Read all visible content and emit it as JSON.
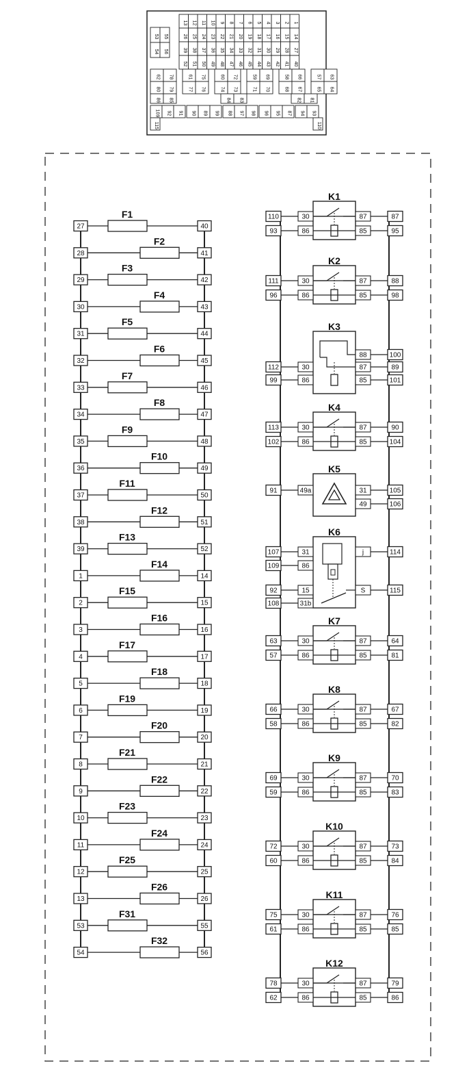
{
  "fuses": [
    {
      "label": "F1",
      "left": "27",
      "right": "40"
    },
    {
      "label": "F2",
      "left": "28",
      "right": "41"
    },
    {
      "label": "F3",
      "left": "29",
      "right": "42"
    },
    {
      "label": "F4",
      "left": "30",
      "right": "43"
    },
    {
      "label": "F5",
      "left": "31",
      "right": "44"
    },
    {
      "label": "F6",
      "left": "32",
      "right": "45"
    },
    {
      "label": "F7",
      "left": "33",
      "right": "46"
    },
    {
      "label": "F8",
      "left": "34",
      "right": "47"
    },
    {
      "label": "F9",
      "left": "35",
      "right": "48"
    },
    {
      "label": "F10",
      "left": "36",
      "right": "49"
    },
    {
      "label": "F11",
      "left": "37",
      "right": "50"
    },
    {
      "label": "F12",
      "left": "38",
      "right": "51"
    },
    {
      "label": "F13",
      "left": "39",
      "right": "52"
    },
    {
      "label": "F14",
      "left": "1",
      "right": "14"
    },
    {
      "label": "F15",
      "left": "2",
      "right": "15"
    },
    {
      "label": "F16",
      "left": "3",
      "right": "16"
    },
    {
      "label": "F17",
      "left": "4",
      "right": "17"
    },
    {
      "label": "F18",
      "left": "5",
      "right": "18"
    },
    {
      "label": "F19",
      "left": "6",
      "right": "19"
    },
    {
      "label": "F20",
      "left": "7",
      "right": "20"
    },
    {
      "label": "F21",
      "left": "8",
      "right": "21"
    },
    {
      "label": "F22",
      "left": "9",
      "right": "22"
    },
    {
      "label": "F23",
      "left": "10",
      "right": "23"
    },
    {
      "label": "F24",
      "left": "11",
      "right": "24"
    },
    {
      "label": "F25",
      "left": "12",
      "right": "25"
    },
    {
      "label": "F26",
      "left": "13",
      "right": "26"
    },
    {
      "label": "F31",
      "left": "53",
      "right": "55"
    },
    {
      "label": "F32",
      "left": "54",
      "right": "56"
    }
  ],
  "relays": [
    {
      "label": "K1",
      "type": "std",
      "pins": [
        "110",
        "93",
        "87",
        "95"
      ]
    },
    {
      "label": "K2",
      "type": "std",
      "pins": [
        "111",
        "96",
        "88",
        "98"
      ]
    },
    {
      "label": "K3",
      "type": "changeover",
      "pins": [
        "112",
        "99",
        "100",
        "89",
        "101"
      ],
      "terms": [
        "30",
        "86",
        "88",
        "87",
        "85"
      ]
    },
    {
      "label": "K4",
      "type": "std",
      "pins": [
        "113",
        "102",
        "90",
        "104"
      ]
    },
    {
      "label": "K5",
      "type": "flasher",
      "pins": [
        "91",
        "105",
        "106"
      ],
      "terms": [
        "49a",
        "31",
        "49"
      ]
    },
    {
      "label": "K6",
      "type": "wiper",
      "pins": [
        "107",
        "109",
        "92",
        "108",
        "114",
        "115"
      ],
      "terms": [
        "31",
        "86",
        "15",
        "31b",
        "j",
        "S"
      ]
    },
    {
      "label": "K7",
      "type": "std",
      "pins": [
        "63",
        "57",
        "64",
        "81"
      ]
    },
    {
      "label": "K8",
      "type": "std",
      "pins": [
        "66",
        "58",
        "67",
        "82"
      ]
    },
    {
      "label": "K9",
      "type": "std",
      "pins": [
        "69",
        "59",
        "70",
        "83"
      ]
    },
    {
      "label": "K10",
      "type": "std",
      "pins": [
        "72",
        "60",
        "73",
        "84"
      ]
    },
    {
      "label": "K11",
      "type": "std",
      "pins": [
        "75",
        "61",
        "76",
        "85"
      ]
    },
    {
      "label": "K12",
      "type": "std",
      "pins": [
        "78",
        "62",
        "79",
        "86"
      ]
    }
  ],
  "std_terms": [
    "30",
    "86",
    "87",
    "85"
  ],
  "top_map": {
    "row1": [
      "13",
      "12",
      "11",
      "10",
      "9",
      "8",
      "7",
      "6",
      "5",
      "4",
      "3",
      "2",
      "1"
    ],
    "row2": [
      "26",
      "25",
      "24",
      "23",
      "22",
      "21",
      "20",
      "19",
      "18",
      "17",
      "16",
      "15",
      "14"
    ],
    "row3": [
      "39",
      "38",
      "37",
      "36",
      "35",
      "34",
      "33",
      "32",
      "31",
      "30",
      "29",
      "28",
      "27"
    ],
    "row4": [
      "52",
      "51",
      "50",
      "49",
      "48",
      "47",
      "46",
      "45",
      "44",
      "43",
      "42",
      "41",
      "40"
    ],
    "block_a": [
      "53",
      "55",
      "54",
      "56"
    ],
    "row5": [
      "62",
      "78",
      "61",
      "75",
      "60",
      "72",
      "59",
      "69",
      "58",
      "66",
      "57",
      "63"
    ],
    "row6": [
      "80",
      "79",
      "77",
      "76",
      "74",
      "73",
      "71",
      "70",
      "68",
      "67",
      "65",
      "64"
    ],
    "row7": [
      "86",
      "85",
      "84",
      "83",
      "82",
      "81"
    ],
    "row8": [
      "109",
      "92",
      "91",
      "90",
      "89",
      "99",
      "88",
      "97",
      "98",
      "96",
      "95",
      "87",
      "94",
      "93"
    ],
    "row9": [
      "115",
      "110"
    ]
  }
}
